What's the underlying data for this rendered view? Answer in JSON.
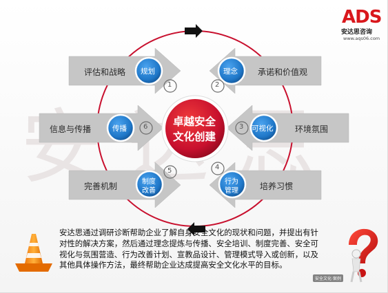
{
  "logo": {
    "brand": "ADS",
    "name": "安达思咨询",
    "url": "www.aqs06.com"
  },
  "watermark": "安 达 思",
  "center": {
    "line1": "卓越安全",
    "line2": "文化创建"
  },
  "steps": [
    {
      "num": "1",
      "badge": "规划",
      "label": "评估和战略"
    },
    {
      "num": "2",
      "badge": "理念",
      "label": "承诺和价值观"
    },
    {
      "num": "3",
      "badge": "可视化",
      "label": "环境氛围"
    },
    {
      "num": "4",
      "badge": [
        "行为",
        "管理"
      ],
      "label": "培养习惯"
    },
    {
      "num": "5",
      "badge": [
        "制度",
        "改善"
      ],
      "label": "完善机制"
    },
    {
      "num": "6",
      "badge": "传播",
      "label": "信息与传播"
    }
  ],
  "description": [
    "安达思通过调研诊断帮助企业了解自身安全文化的现状和问题，并提出有针",
    "对性的解决方案，然后通过理念提炼与传播、安全培训、制度完善、安全可",
    "视化与氛围营造、行为改善计划、宣教品设计、管理模式导入或创新，以及",
    "其他具体操作方法，最终帮助企业达成提高安全文化水平的目标。"
  ],
  "corner_mark": "安全文化·案例",
  "colors": {
    "brand_red": "#d9171c",
    "badge_blue": "#1f77c8",
    "arrow_gray": "#c4c4c4",
    "circle_red": "#c8102e"
  }
}
